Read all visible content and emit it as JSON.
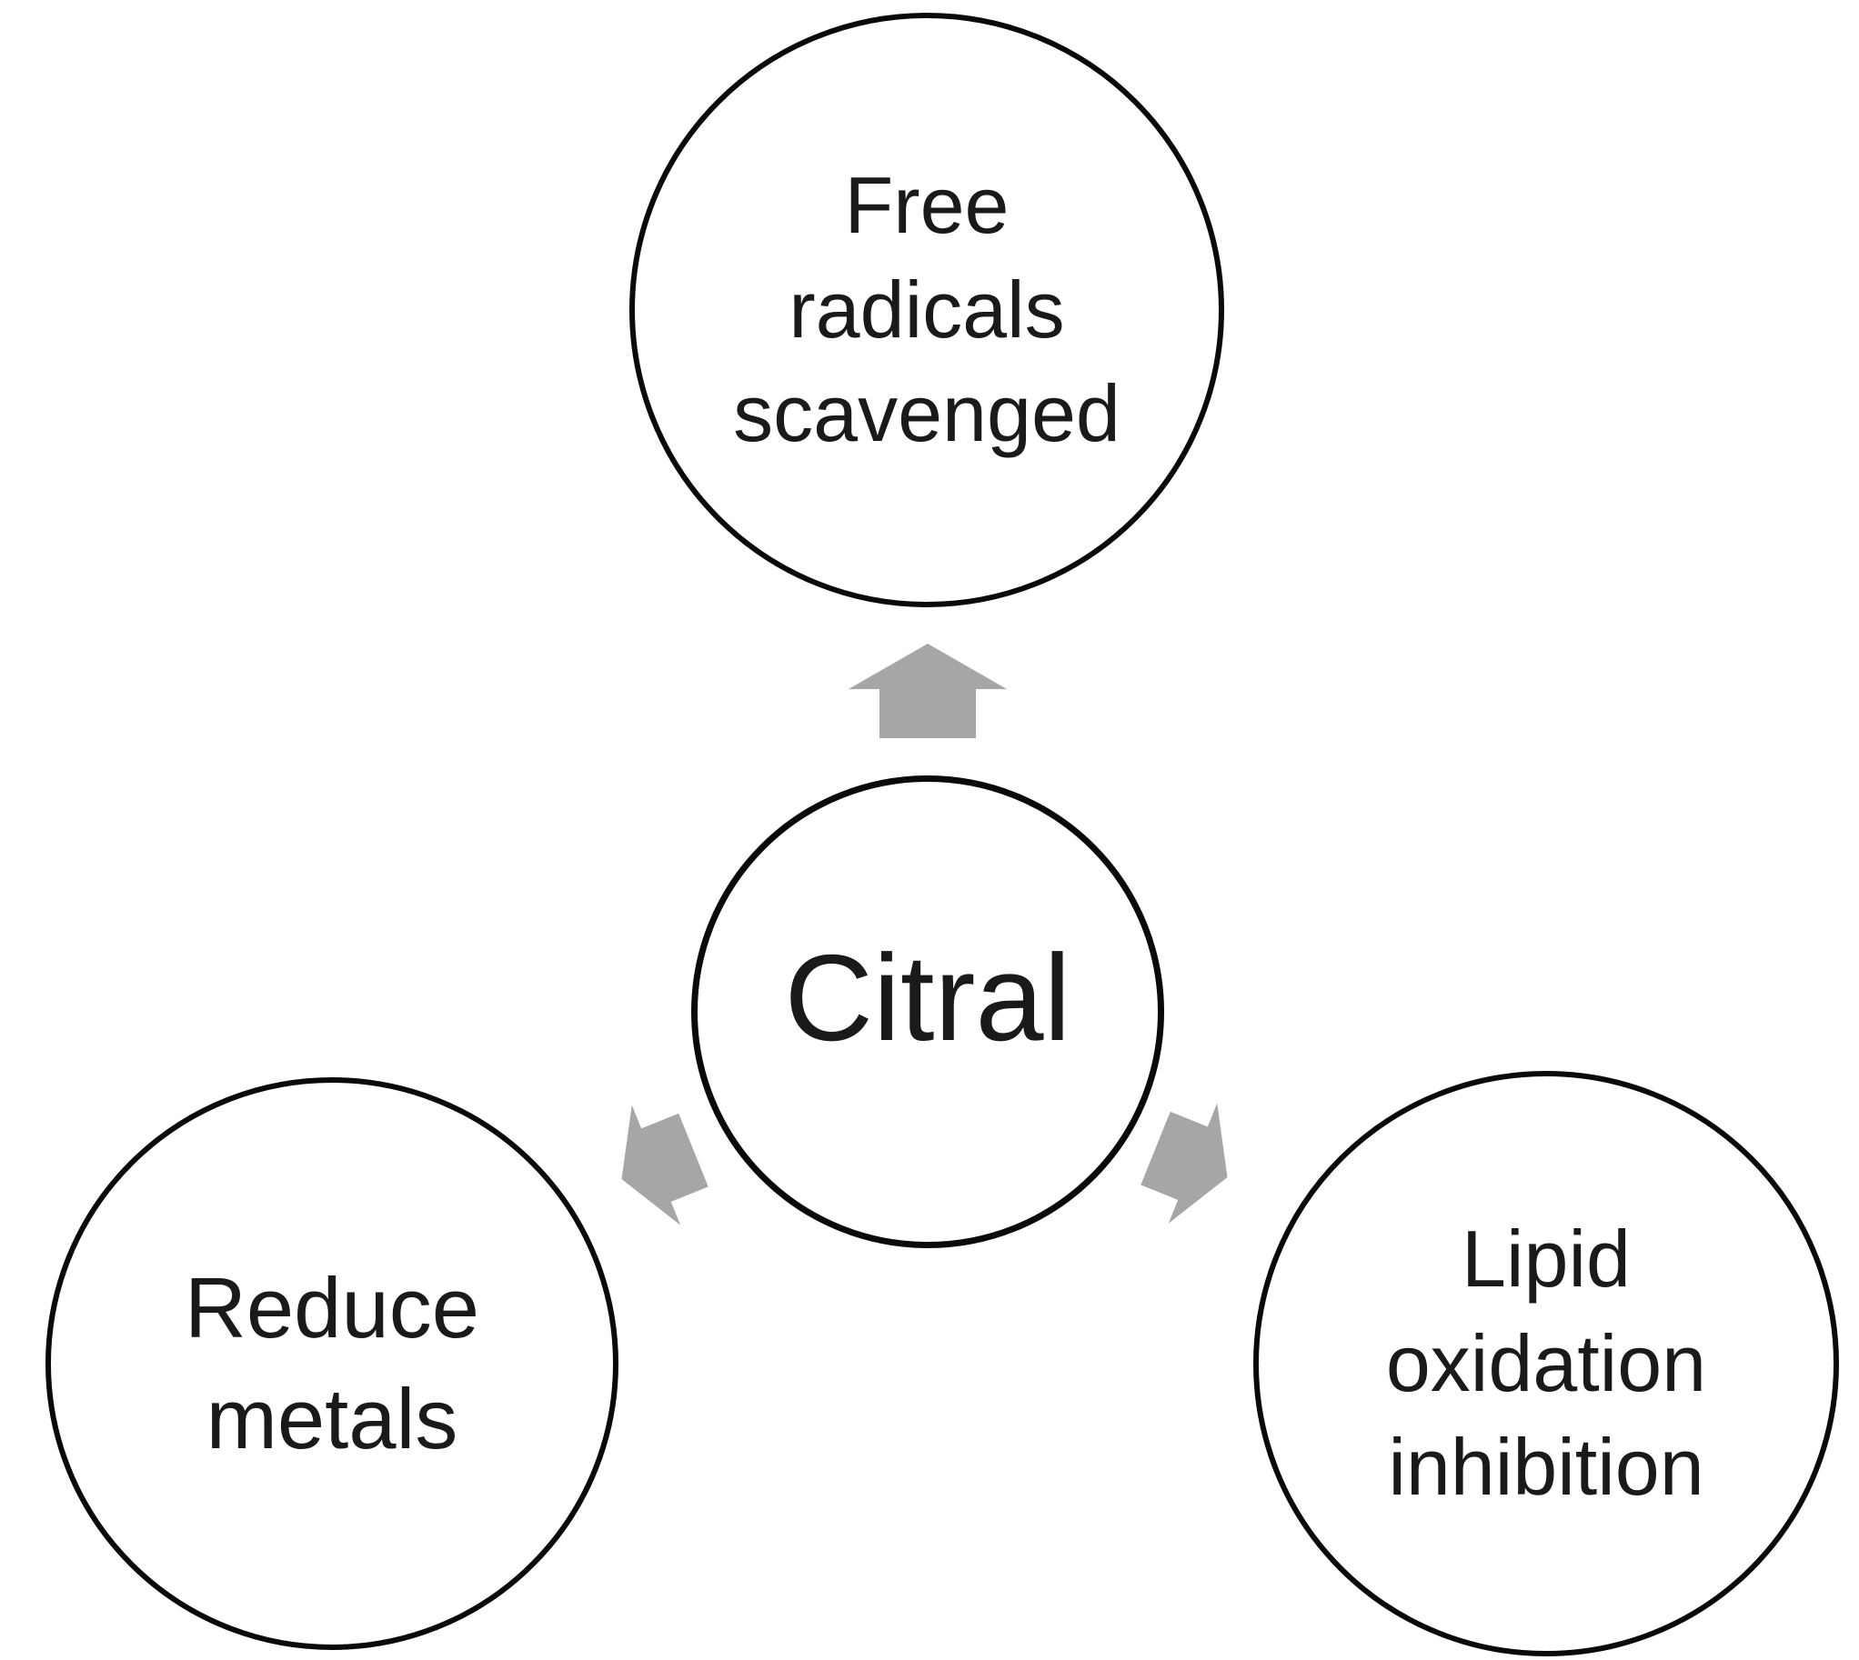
{
  "figure": {
    "type": "radial-diagram",
    "center_node": {
      "id": "citral",
      "label": "Citral"
    },
    "outer_nodes": {
      "top": {
        "id": "free-radicals-scavenged",
        "label": "Free\nradicals\nscavenged"
      },
      "bottom_left": {
        "id": "reduce-metals",
        "label": "Reduce\nmetals"
      },
      "bottom_right": {
        "id": "lipid-oxidation-inhibition",
        "label": "Lipid\noxidation\ninhibition"
      }
    },
    "arrows": [
      {
        "from": "citral",
        "to": "free-radicals-scavenged",
        "direction": "up"
      },
      {
        "from": "citral",
        "to": "reduce-metals",
        "direction": "down-left"
      },
      {
        "from": "citral",
        "to": "lipid-oxidation-inhibition",
        "direction": "down-right"
      }
    ],
    "colors": {
      "background": "#ffffff",
      "circle_stroke": "#0a0a0a",
      "circle_fill": "#ffffff",
      "text": "#1a1a1a",
      "arrow_fill": "#a6a6a6"
    }
  }
}
